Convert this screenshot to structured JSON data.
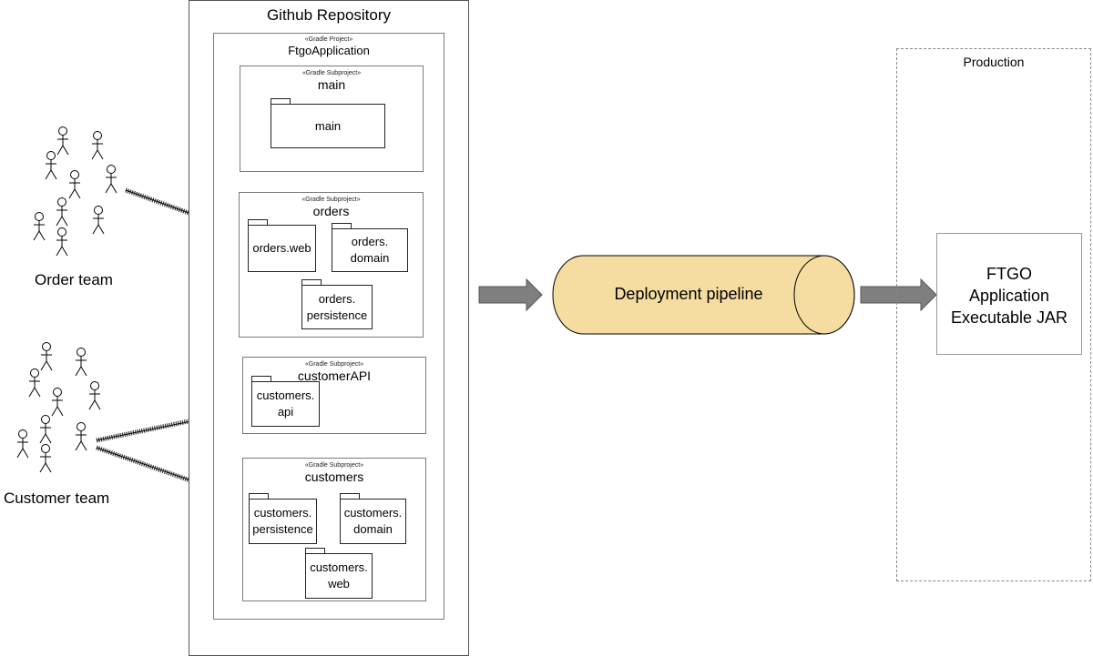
{
  "repo": {
    "title": "Github Repository"
  },
  "project": {
    "stereotype": "«Gradle Project»",
    "name": "FtgoApplication"
  },
  "subprojects": {
    "main": {
      "stereotype": "«Gradle Subproject»",
      "name": "main",
      "packages": [
        "main"
      ]
    },
    "orders": {
      "stereotype": "«Gradle Subproject»",
      "name": "orders",
      "packages": [
        "orders.web",
        "orders.\ndomain",
        "orders.\npersistence"
      ]
    },
    "customerAPI": {
      "stereotype": "«Gradle Subproject»",
      "name": "customerAPI",
      "packages": [
        "customers.\napi"
      ]
    },
    "customers": {
      "stereotype": "«Gradle Subproject»",
      "name": "customers",
      "packages": [
        "customers.\npersistence",
        "customers.\ndomain",
        "customers.\nweb"
      ]
    }
  },
  "teams": {
    "order": "Order team",
    "customer": "Customer team"
  },
  "pipeline": {
    "label": "Deployment pipeline",
    "color": "#f5dca0"
  },
  "production": {
    "title": "Production",
    "artifact": "FTGO\nApplication\nExecutable JAR"
  }
}
